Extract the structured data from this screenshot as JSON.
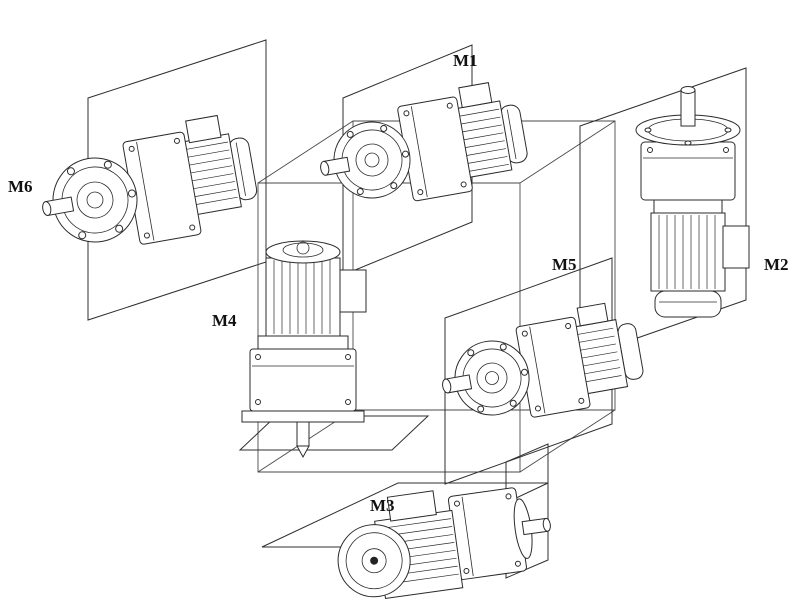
{
  "diagram": {
    "background": "#ffffff",
    "line_color": "#2b2b2b",
    "labels": {
      "m1": "M1",
      "m2": "M2",
      "m3": "M3",
      "m4": "M4",
      "m5": "M5",
      "m6": "M6"
    }
  }
}
